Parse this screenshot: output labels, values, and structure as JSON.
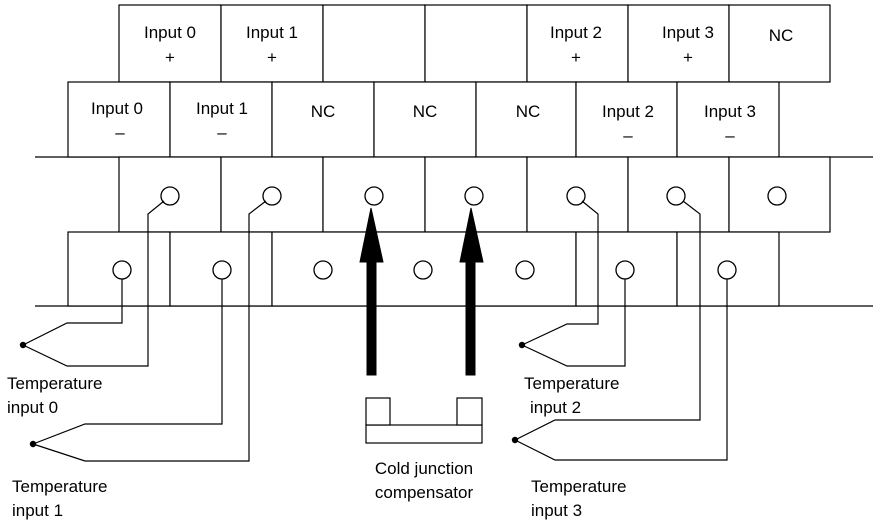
{
  "upper_labels": [
    [
      "Input 0",
      "+"
    ],
    [
      "Input 1",
      "+"
    ],
    [
      ""
    ],
    [
      ""
    ],
    [
      "Input 2",
      "+"
    ],
    [
      "Input 3",
      "+"
    ],
    [
      "NC"
    ]
  ],
  "lower_labels": [
    [
      "Input 0",
      "–"
    ],
    [
      "Input 1",
      "–"
    ],
    [
      "NC"
    ],
    [
      "NC"
    ],
    [
      "NC"
    ],
    [
      "Input 2",
      "–"
    ],
    [
      "Input 3",
      "–"
    ]
  ],
  "sensors": {
    "t0": [
      "Temperature",
      "input 0"
    ],
    "t1": [
      "Temperature",
      "input 1"
    ],
    "t2": [
      "Temperature",
      "input 2"
    ],
    "t3": [
      "Temperature",
      "input 3"
    ]
  },
  "compensator": [
    "Cold junction",
    "compensator"
  ]
}
